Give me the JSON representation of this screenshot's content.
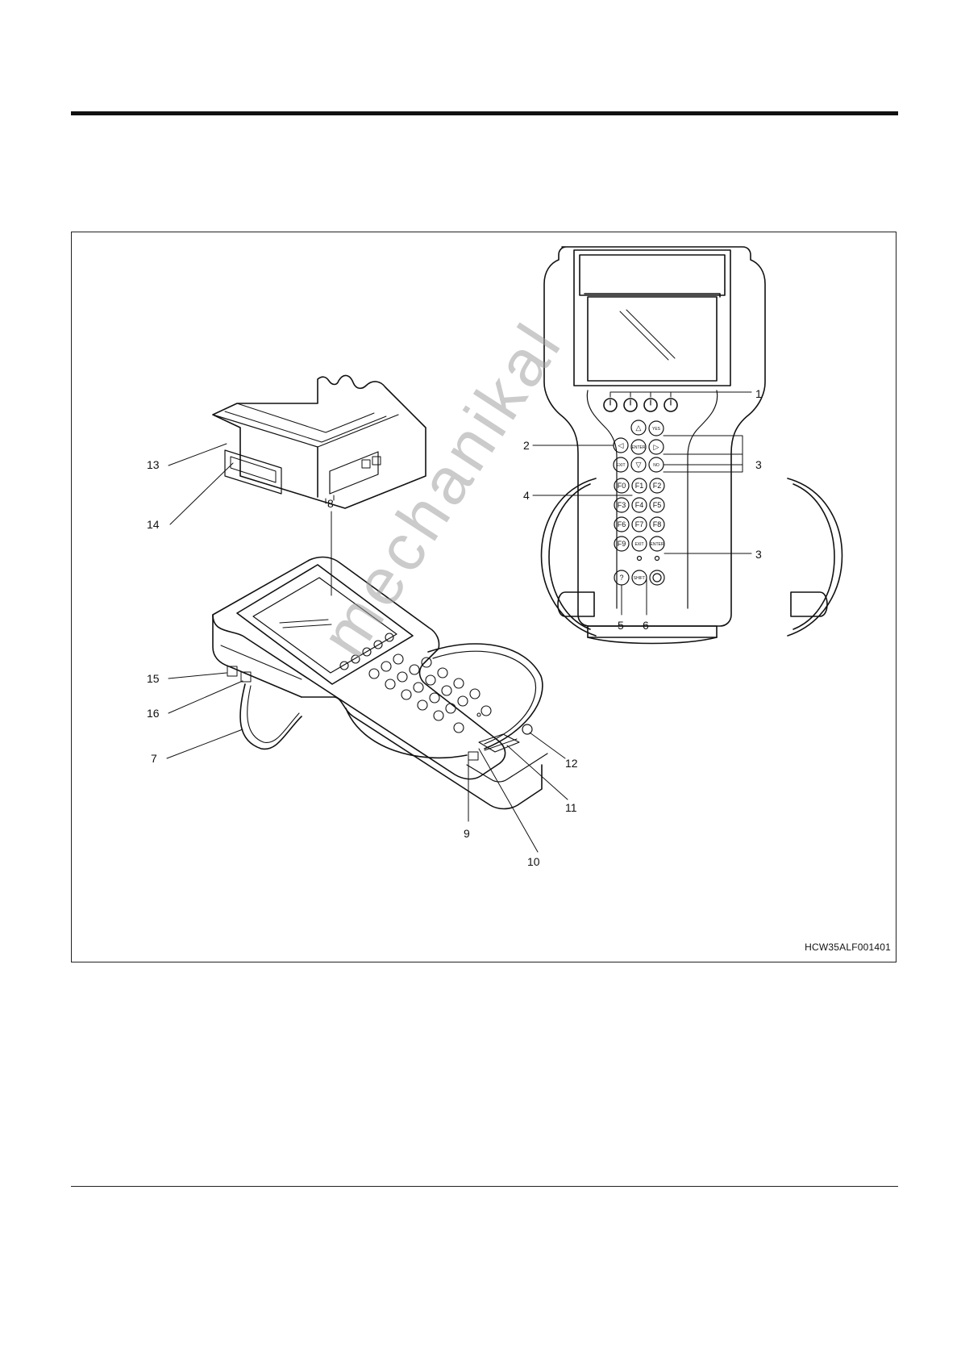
{
  "figure": {
    "id": "HCW35ALF001401",
    "watermark": "mechanikal",
    "callouts": [
      "1",
      "2",
      "3",
      "3",
      "4",
      "5",
      "6",
      "7",
      "8",
      "9",
      "10",
      "11",
      "12",
      "13",
      "14",
      "15",
      "16"
    ]
  },
  "keypad": {
    "arrows": {
      "up": "△",
      "down": "▽",
      "left": "◁",
      "right": "▷"
    },
    "yes": "YES",
    "no": "NO",
    "enter": "ENTER",
    "exit": "EXIT",
    "help": "?",
    "shift": "SHIFT",
    "function_keys": [
      "F0",
      "F1",
      "F2",
      "F3",
      "F4",
      "F5",
      "F6",
      "F7",
      "F8",
      "F9"
    ]
  }
}
